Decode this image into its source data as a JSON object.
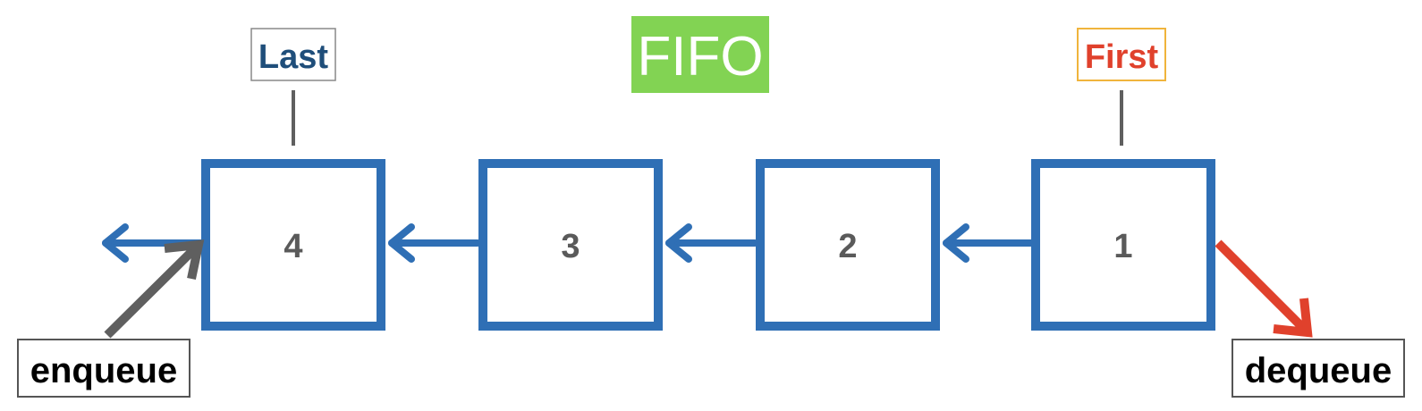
{
  "title": {
    "text": "FIFO",
    "background_color": "#82d353",
    "text_color": "#ffffff"
  },
  "queue": {
    "node_border_color": "#2f6fb5",
    "link_color": "#2f6fb5",
    "text_color": "#5a5a5a",
    "nodes": [
      {
        "label": "4"
      },
      {
        "label": "3"
      },
      {
        "label": "2"
      },
      {
        "label": "1"
      }
    ]
  },
  "markers": {
    "last": {
      "text": "Last",
      "text_color": "#1f4e7a",
      "border_color": "#888888"
    },
    "first": {
      "text": "First",
      "text_color": "#e0412c",
      "border_color": "#f0b43c"
    }
  },
  "operations": {
    "enqueue": {
      "text": "enqueue",
      "arrow_color": "#5f5f5f"
    },
    "dequeue": {
      "text": "dequeue",
      "arrow_color": "#e0412c"
    }
  }
}
